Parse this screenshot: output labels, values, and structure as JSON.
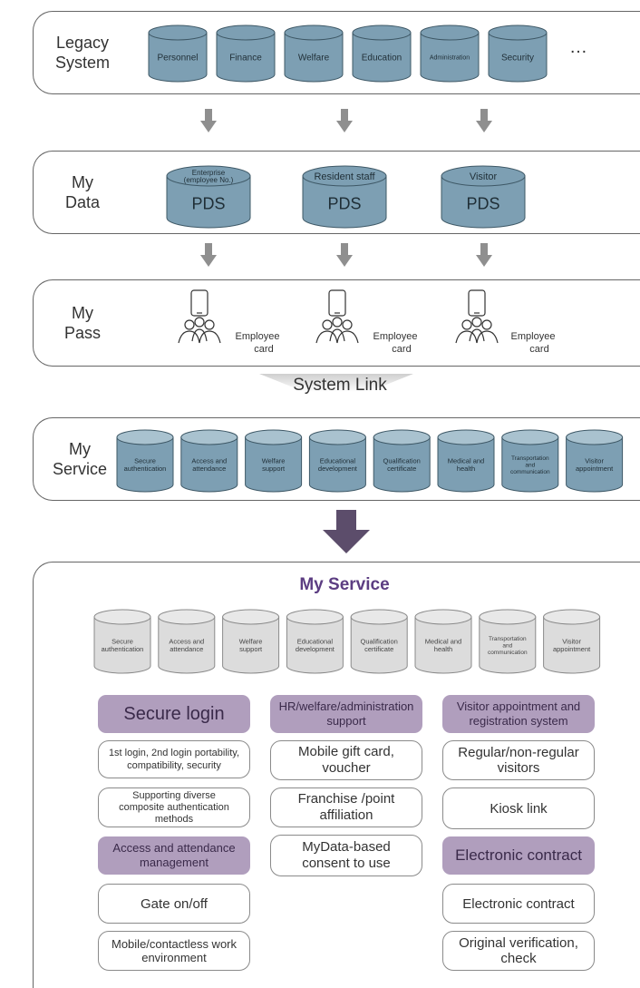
{
  "legacy": {
    "label_line1": "Legacy",
    "label_line2": "System",
    "systems": [
      "Personnel",
      "Finance",
      "Welfare",
      "Education",
      "Administration",
      "Security"
    ],
    "ellipsis": "…"
  },
  "mydata": {
    "label_line1": "My",
    "label_line2": "Data",
    "stores": [
      {
        "caption_line1": "Enterprise",
        "caption_line2": "(employee No.)",
        "main": "PDS"
      },
      {
        "caption_line1": "Resident staff",
        "caption_line2": "",
        "main": "PDS"
      },
      {
        "caption_line1": "Visitor",
        "caption_line2": "",
        "main": "PDS"
      }
    ]
  },
  "mypass": {
    "label_line1": "My",
    "label_line2": "Pass",
    "cards": [
      {
        "line1": "Employee",
        "line2": "card"
      },
      {
        "line1": "Employee",
        "line2": "card"
      },
      {
        "line1": "Employee",
        "line2": "card"
      }
    ]
  },
  "system_link": "System Link",
  "myservice_strip": {
    "label_line1": "My",
    "label_line2": "Service"
  },
  "services": [
    [
      "Secure",
      "authentication"
    ],
    [
      "Access and",
      "attendance"
    ],
    [
      "Welfare",
      "support"
    ],
    [
      "Educational",
      "development"
    ],
    [
      "Qualification",
      "certificate"
    ],
    [
      "Medical and",
      "health"
    ],
    [
      "Transportation",
      "and",
      "communication"
    ],
    [
      "Visitor",
      "appointment"
    ]
  ],
  "detail": {
    "title": "My Service",
    "col1": {
      "header1": "Secure login",
      "item1": "1st login, 2nd login portability, compatibility, security",
      "item2": "Supporting diverse composite authentication methods",
      "header2": "Access and attendance management",
      "item3": "Gate on/off",
      "item4": "Mobile/contactless work environment"
    },
    "col2": {
      "header1": "HR/welfare/administration support",
      "item1": "Mobile gift card, voucher",
      "item2": "Franchise /point affiliation",
      "item3": "MyData-based consent to use"
    },
    "col3": {
      "header1": "Visitor appointment and registration system",
      "item1": "Regular/non-regular visitors",
      "item2": "Kiosk link",
      "header2": "Electronic contract",
      "item3": "Electronic contract",
      "item4": "Original verification, check"
    }
  },
  "colors": {
    "cylinder_blue": "#7d9fb3",
    "cylinder_blue_light": "#a9c2cf",
    "cylinder_gray": "#dcdcdc",
    "arrow_gray": "#8f8f8f",
    "arrow_purple": "#5c4d6b",
    "title_purple": "#5c3d82",
    "header_purple": "#b09ebd"
  }
}
